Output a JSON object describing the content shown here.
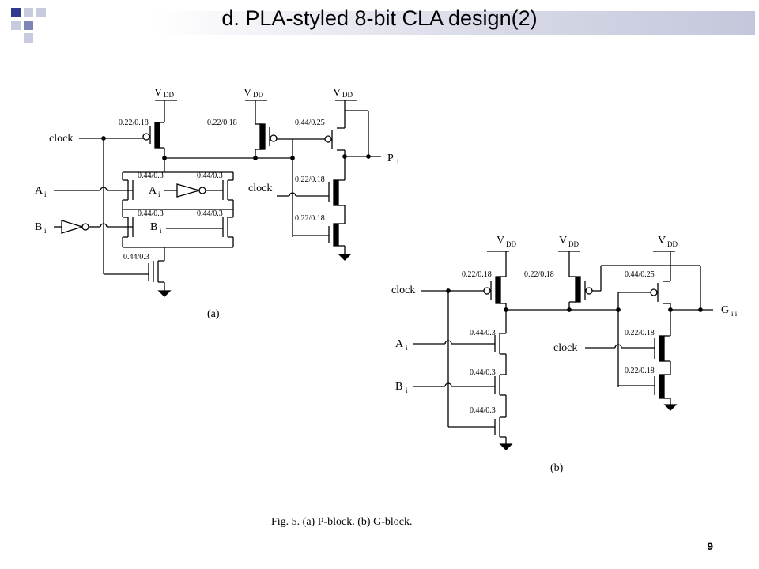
{
  "slide": {
    "title": "d. PLA-styled 8-bit CLA design(2)",
    "page_number": "9",
    "accent_color": "#2f3a8f"
  },
  "figure": {
    "caption": "Fig. 5.   (a) P-block. (b) G-block.",
    "p_block": {
      "label": "(a)",
      "vdd": "V",
      "vdd_sub": "DD",
      "clock": "clock",
      "sizes": {
        "pre1": "0.22/0.18",
        "pre2": "0.22/0.18",
        "keeper": "0.44/0.25",
        "n_a": "0.44/0.3",
        "n_ainv": "0.44/0.3",
        "n_binv": "0.44/0.3",
        "n_b": "0.44/0.3",
        "foot": "0.44/0.3",
        "out_n1": "0.22/0.18",
        "out_n2": "0.22/0.18"
      },
      "inputs": {
        "a": "A",
        "b": "B",
        "sub": "i"
      },
      "output": {
        "name": "P",
        "sub": "i"
      }
    },
    "g_block": {
      "label": "(b)",
      "vdd": "V",
      "vdd_sub": "DD",
      "clock": "clock",
      "sizes": {
        "pre1": "0.22/0.18",
        "pre2": "0.22/0.18",
        "keeper": "0.44/0.25",
        "n_a": "0.44/0.3",
        "n_b": "0.44/0.3",
        "foot": "0.44/0.3",
        "out_n1": "0.22/0.18",
        "out_n2": "0.22/0.18"
      },
      "inputs": {
        "a": "A",
        "b": "B",
        "sub": "i"
      },
      "output": {
        "name": "G",
        "sub": "i i"
      }
    }
  }
}
